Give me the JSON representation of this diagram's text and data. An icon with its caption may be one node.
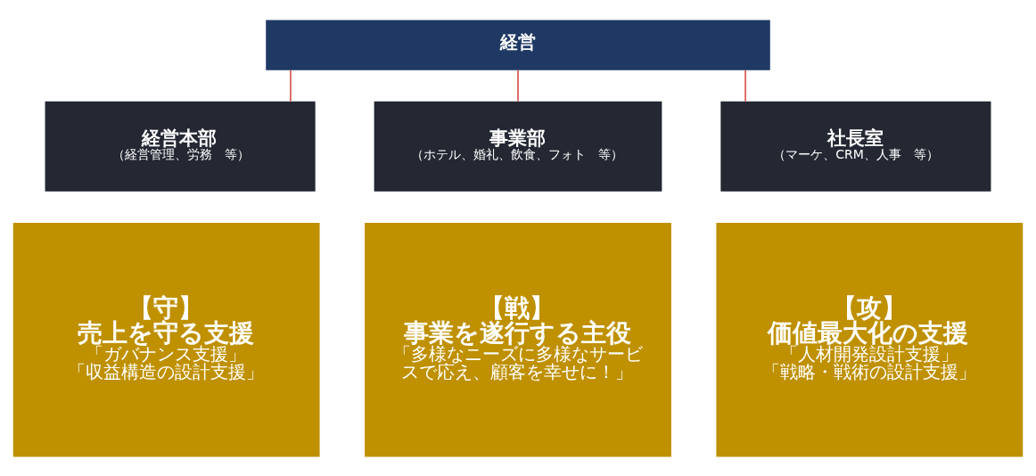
{
  "diagram": {
    "nodes": [
      {
        "text": [
          "経営"
        ]
      },
      {
        "text": [
          "経営本部",
          "（経営管理、労務　等）"
        ]
      },
      {
        "text": [
          "事業部",
          "（ホテル、婚礼、飲食、フォト　等）"
        ]
      },
      {
        "text": [
          "社長室",
          "（マーケ、CRM、人事　等）"
        ]
      },
      {
        "text": [
          "【守】",
          "売上を守る支援",
          "「ガバナンス支援」",
          "「収益構造の設計支援」"
        ]
      },
      {
        "text": [
          "【戦】",
          "事業を遂行する主役",
          "「多様なニーズに多様なサービスで応え、顧客を幸せに！」"
        ]
      },
      {
        "text": [
          "【攻】",
          "価値最大化の支援",
          "「人材開発設計支援」",
          "「戦略・戦術の設計支援」"
        ]
      }
    ],
    "edges": [
      {
        "from": 0,
        "to": 1,
        "arrow": "none",
        "color": "#d0332b"
      },
      {
        "from": 0,
        "to": 2,
        "arrow": "none",
        "color": "#d0332b"
      },
      {
        "from": 0,
        "to": 3,
        "arrow": "none",
        "color": "#d0332b"
      }
    ]
  }
}
